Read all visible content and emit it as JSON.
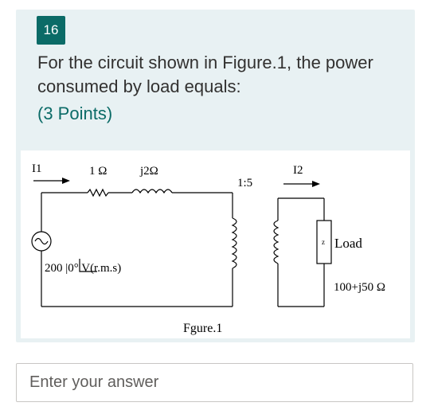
{
  "question": {
    "number": "16",
    "text": "For the circuit shown in Figure.1, the power consumed by load equals:",
    "points": "(3 Points)"
  },
  "figure": {
    "current1_label": "I1",
    "resistor_label": "1 Ω",
    "inductor_label": "j2Ω",
    "ratio_label": "1:5",
    "current2_label": "I2",
    "source_label": "200 |0° V(r.m.s)",
    "load_marker": "z",
    "load_label": "Load",
    "load_value": "100+j50 Ω",
    "caption": "Fgure.1"
  },
  "answer": {
    "placeholder": "Enter your answer"
  },
  "colors": {
    "accent": "#0b6b67",
    "card_bg": "#e8f1f3",
    "text": "#323130"
  }
}
